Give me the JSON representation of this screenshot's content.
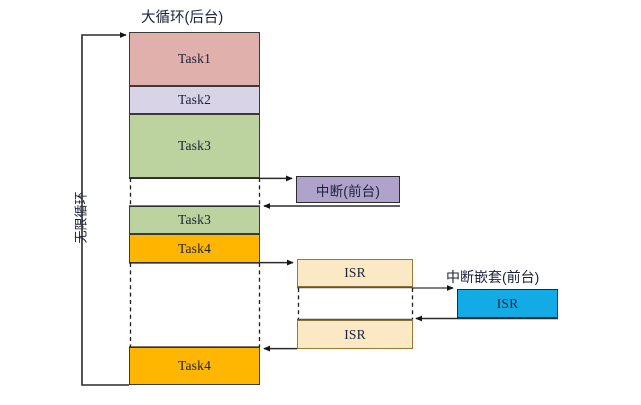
{
  "diagram": {
    "title": "大循环(后台)",
    "loop_caption": "无限循环",
    "nested_title": "中断嵌套(前台)",
    "bottom_caption": ""
  },
  "background_tasks": [
    {
      "label": "Task1",
      "color": "#dfb0ac"
    },
    {
      "label": "Task2",
      "color": "#d8d3e6"
    },
    {
      "label": "Task3",
      "color": "#bcd3a0"
    },
    {
      "label": "Task3",
      "color": "#bcd3a0"
    },
    {
      "label": "Task4",
      "color": "#ffb600"
    },
    {
      "label": "Task4",
      "color": "#ffb600"
    }
  ],
  "foreground": {
    "interrupt": {
      "label": "中断(前台)",
      "color": "#b0a3cb"
    },
    "isr_top": {
      "label": "ISR",
      "color": "#fbe9c6"
    },
    "isr_bottom": {
      "label": "ISR",
      "color": "#fbe9c6"
    },
    "isr_nested": {
      "label": "ISR",
      "color": "#12abe5"
    }
  },
  "colors": {
    "rose": "#dfb0ac",
    "lavender": "#d8d3e6",
    "green": "#bcd3a0",
    "amber": "#ffb600",
    "purple": "#b0a3cb",
    "cream": "#fbe9c6",
    "blue": "#12abe5",
    "stroke": "#3a3a3a"
  }
}
